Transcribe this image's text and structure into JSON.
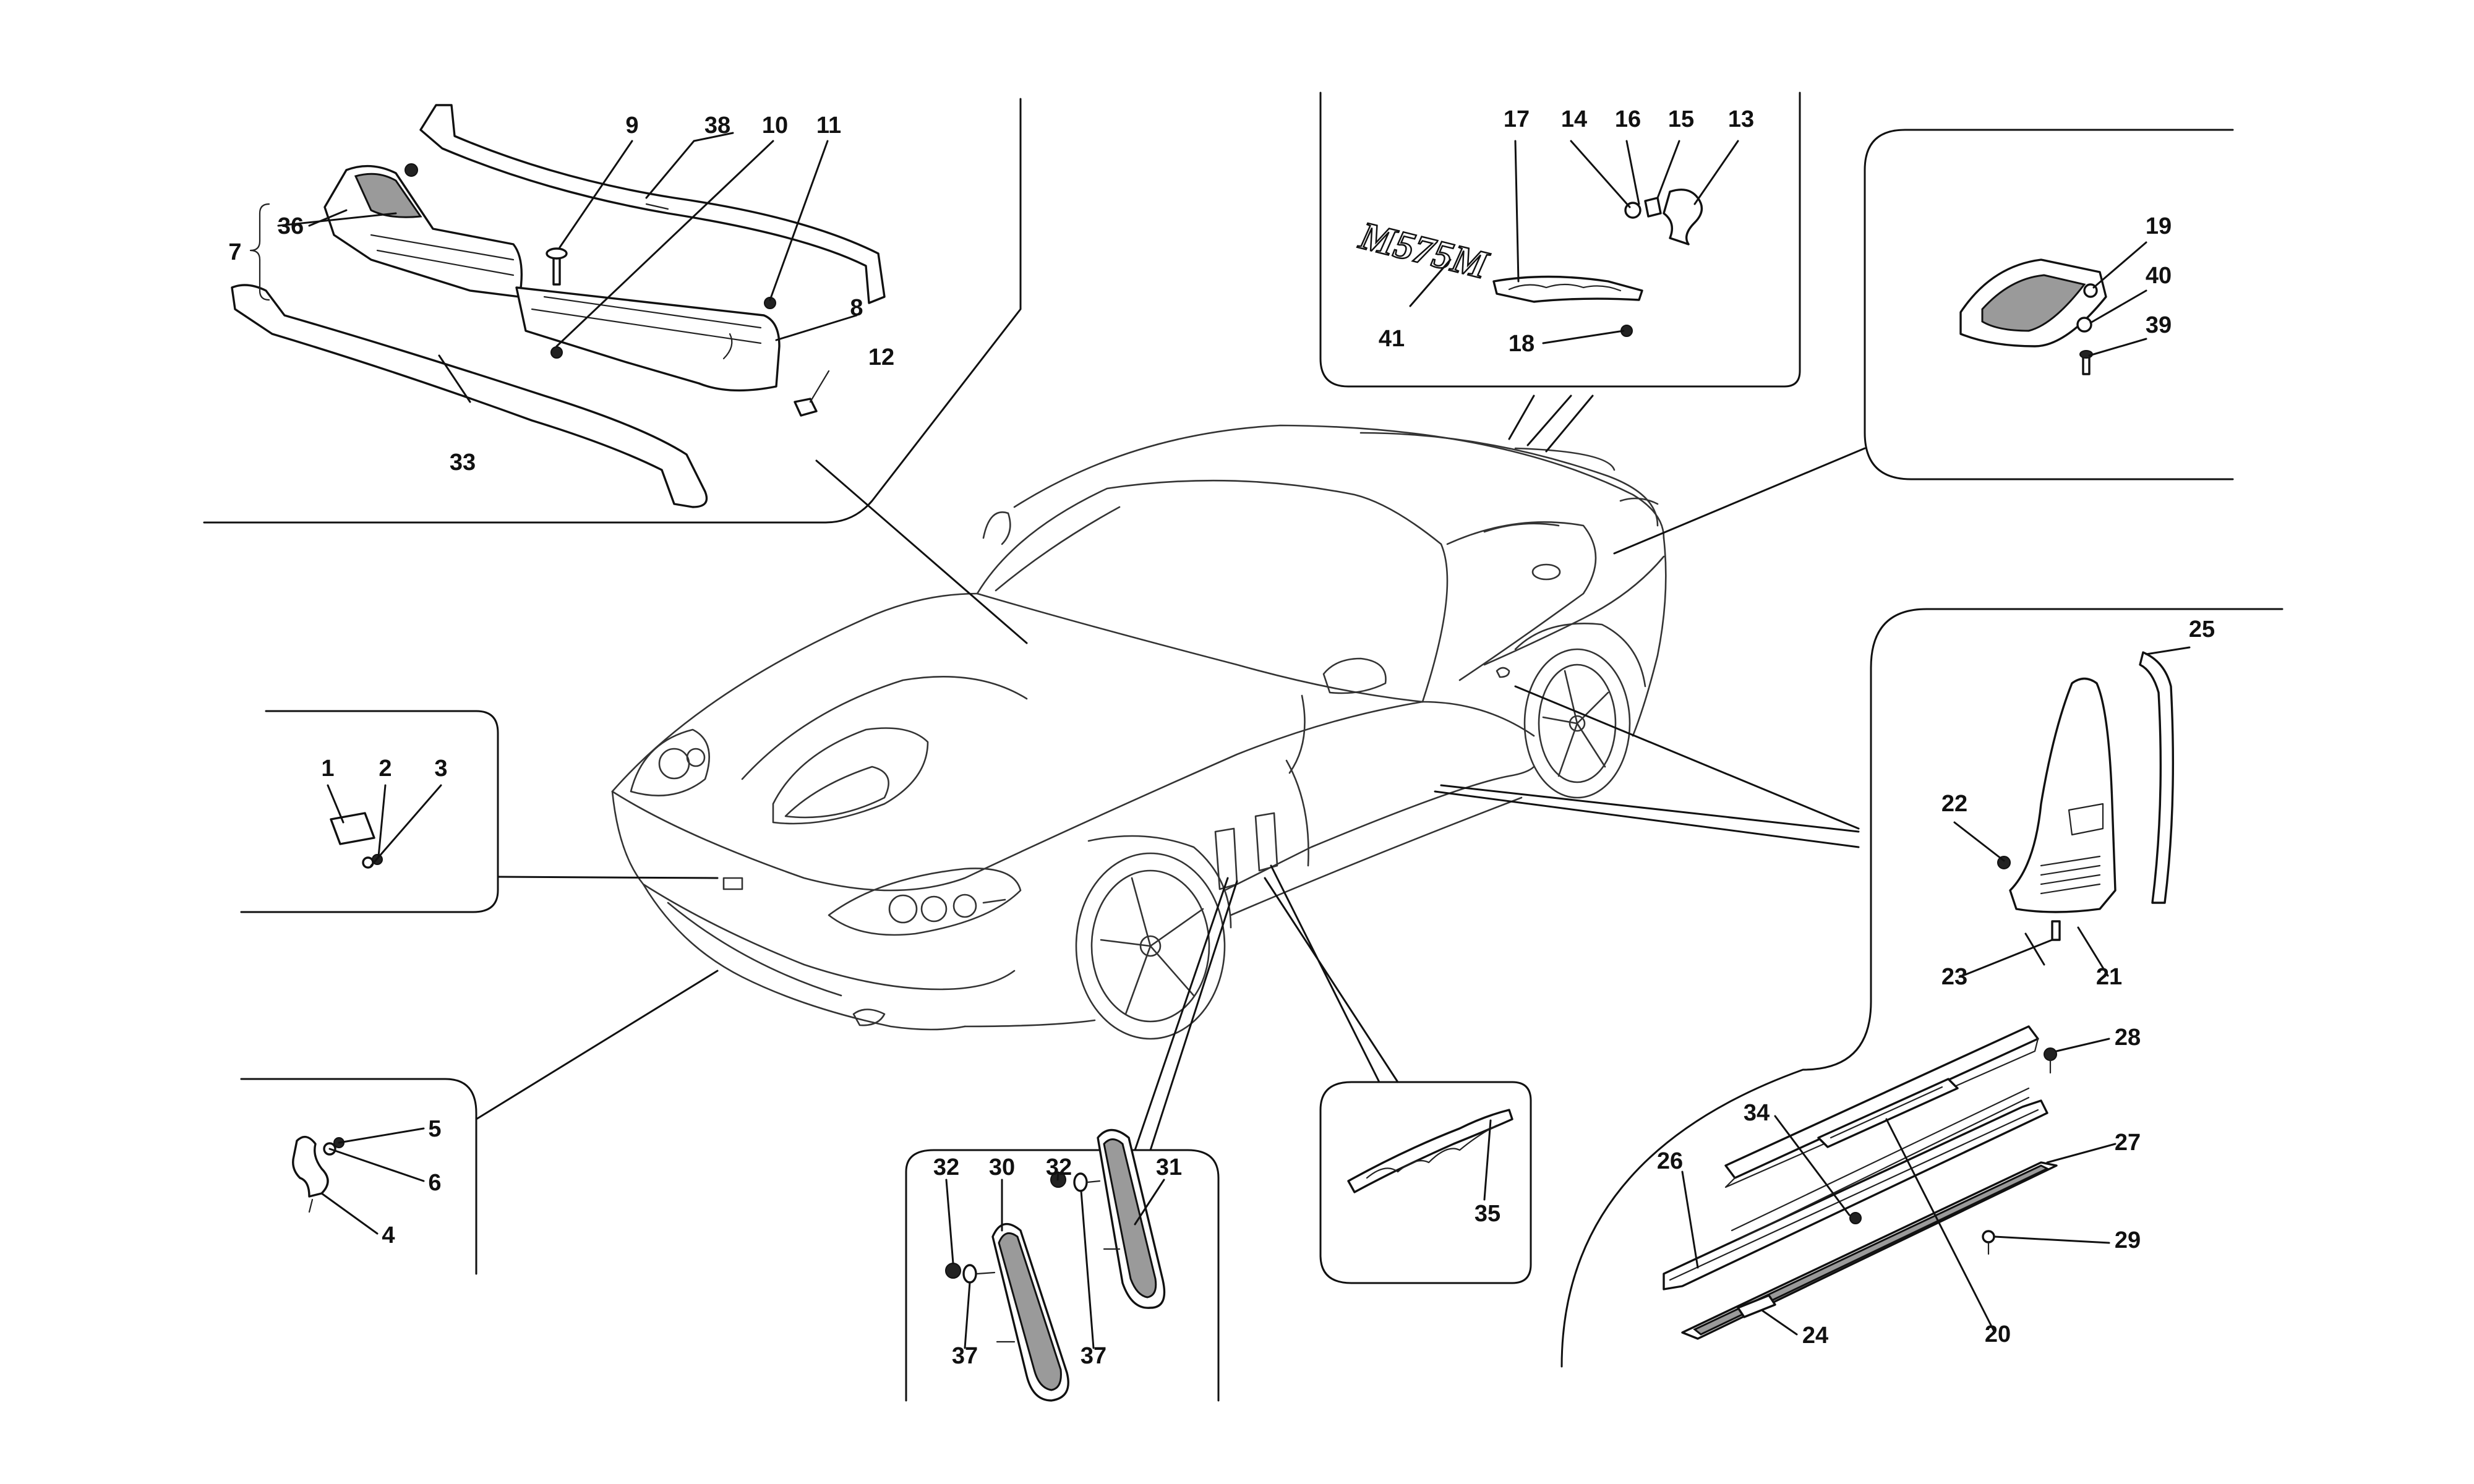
{
  "labels": {
    "p1": "1",
    "p2": "2",
    "p3": "3",
    "p4": "4",
    "p5": "5",
    "p6": "6",
    "p7": "7",
    "p8": "8",
    "p9": "9",
    "p10": "10",
    "p11": "11",
    "p12": "12",
    "p13": "13",
    "p14": "14",
    "p15": "15",
    "p16": "16",
    "p17": "17",
    "p18": "18",
    "p19": "19",
    "p20": "20",
    "p21": "21",
    "p22": "22",
    "p23": "23",
    "p24": "24",
    "p25": "25",
    "p26": "26",
    "p27": "27",
    "p28": "28",
    "p29": "29",
    "p30": "30",
    "p31": "31",
    "p32a": "32",
    "p32b": "32",
    "p33": "33",
    "p34": "34",
    "p35": "35",
    "p36": "36",
    "p37a": "37",
    "p37b": "37",
    "p38": "38",
    "p39": "39",
    "p40": "40",
    "p41": "41"
  },
  "badge_text": "M575M"
}
